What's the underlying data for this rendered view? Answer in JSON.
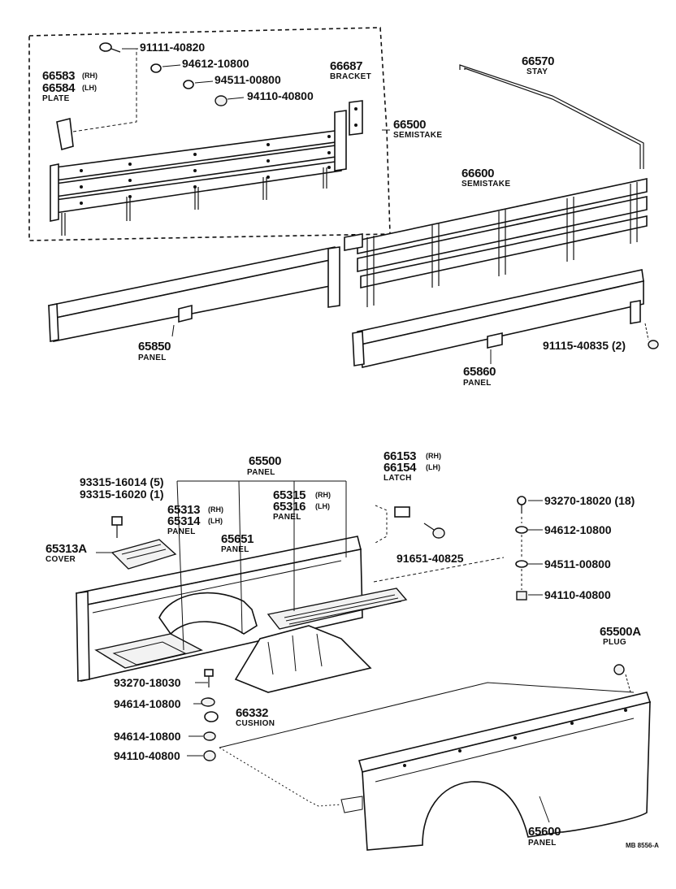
{
  "diagram_ref": "MB 8556-A",
  "parts": {
    "p91111": {
      "num": "91111-40820"
    },
    "p94612a": {
      "num": "94612-10800"
    },
    "p94511a": {
      "num": "94511-00800"
    },
    "p94110a": {
      "num": "94110-40800"
    },
    "p66583": {
      "num": "66583",
      "suffix": "(RH)"
    },
    "p66584": {
      "num": "66584",
      "suffix": "(LH)",
      "name": "PLATE"
    },
    "p66687": {
      "num": "66687",
      "name": "BRACKET"
    },
    "p66570": {
      "num": "66570",
      "name": "STAY"
    },
    "p66500": {
      "num": "66500",
      "name": "SEMISTAKE"
    },
    "p66600": {
      "num": "66600",
      "name": "SEMISTAKE"
    },
    "p65850": {
      "num": "65850",
      "name": "PANEL"
    },
    "p65860": {
      "num": "65860",
      "name": "PANEL"
    },
    "p91115": {
      "num": "91115-40835 (2)"
    },
    "p65500": {
      "num": "65500",
      "name": "PANEL"
    },
    "p66153": {
      "num": "66153",
      "suffix": "(RH)"
    },
    "p66154": {
      "num": "66154",
      "suffix": "(LH)",
      "name": "LATCH"
    },
    "p93315a": {
      "num": "93315-16014 (5)"
    },
    "p93315b": {
      "num": "93315-16020 (1)"
    },
    "p65313": {
      "num": "65313",
      "suffix": "(RH)"
    },
    "p65314": {
      "num": "65314",
      "suffix": "(LH)",
      "name": "PANEL"
    },
    "p65315": {
      "num": "65315",
      "suffix": "(RH)"
    },
    "p65316": {
      "num": "65316",
      "suffix": "(LH)",
      "name": "PANEL"
    },
    "p65651": {
      "num": "65651",
      "name": "PANEL"
    },
    "p65313A": {
      "num": "65313A",
      "name": "COVER"
    },
    "p91651": {
      "num": "91651-40825"
    },
    "p93270a": {
      "num": "93270-18020 (18)"
    },
    "p94612b": {
      "num": "94612-10800"
    },
    "p94511b": {
      "num": "94511-00800"
    },
    "p94110b": {
      "num": "94110-40800"
    },
    "p93270b": {
      "num": "93270-18030"
    },
    "p94614a": {
      "num": "94614-10800"
    },
    "p66332": {
      "num": "66332",
      "name": "CUSHION"
    },
    "p94614b": {
      "num": "94614-10800"
    },
    "p94110c": {
      "num": "94110-40800"
    },
    "p65500A": {
      "num": "65500A",
      "name": "PLUG"
    },
    "p65600": {
      "num": "65600",
      "name": "PANEL"
    }
  }
}
